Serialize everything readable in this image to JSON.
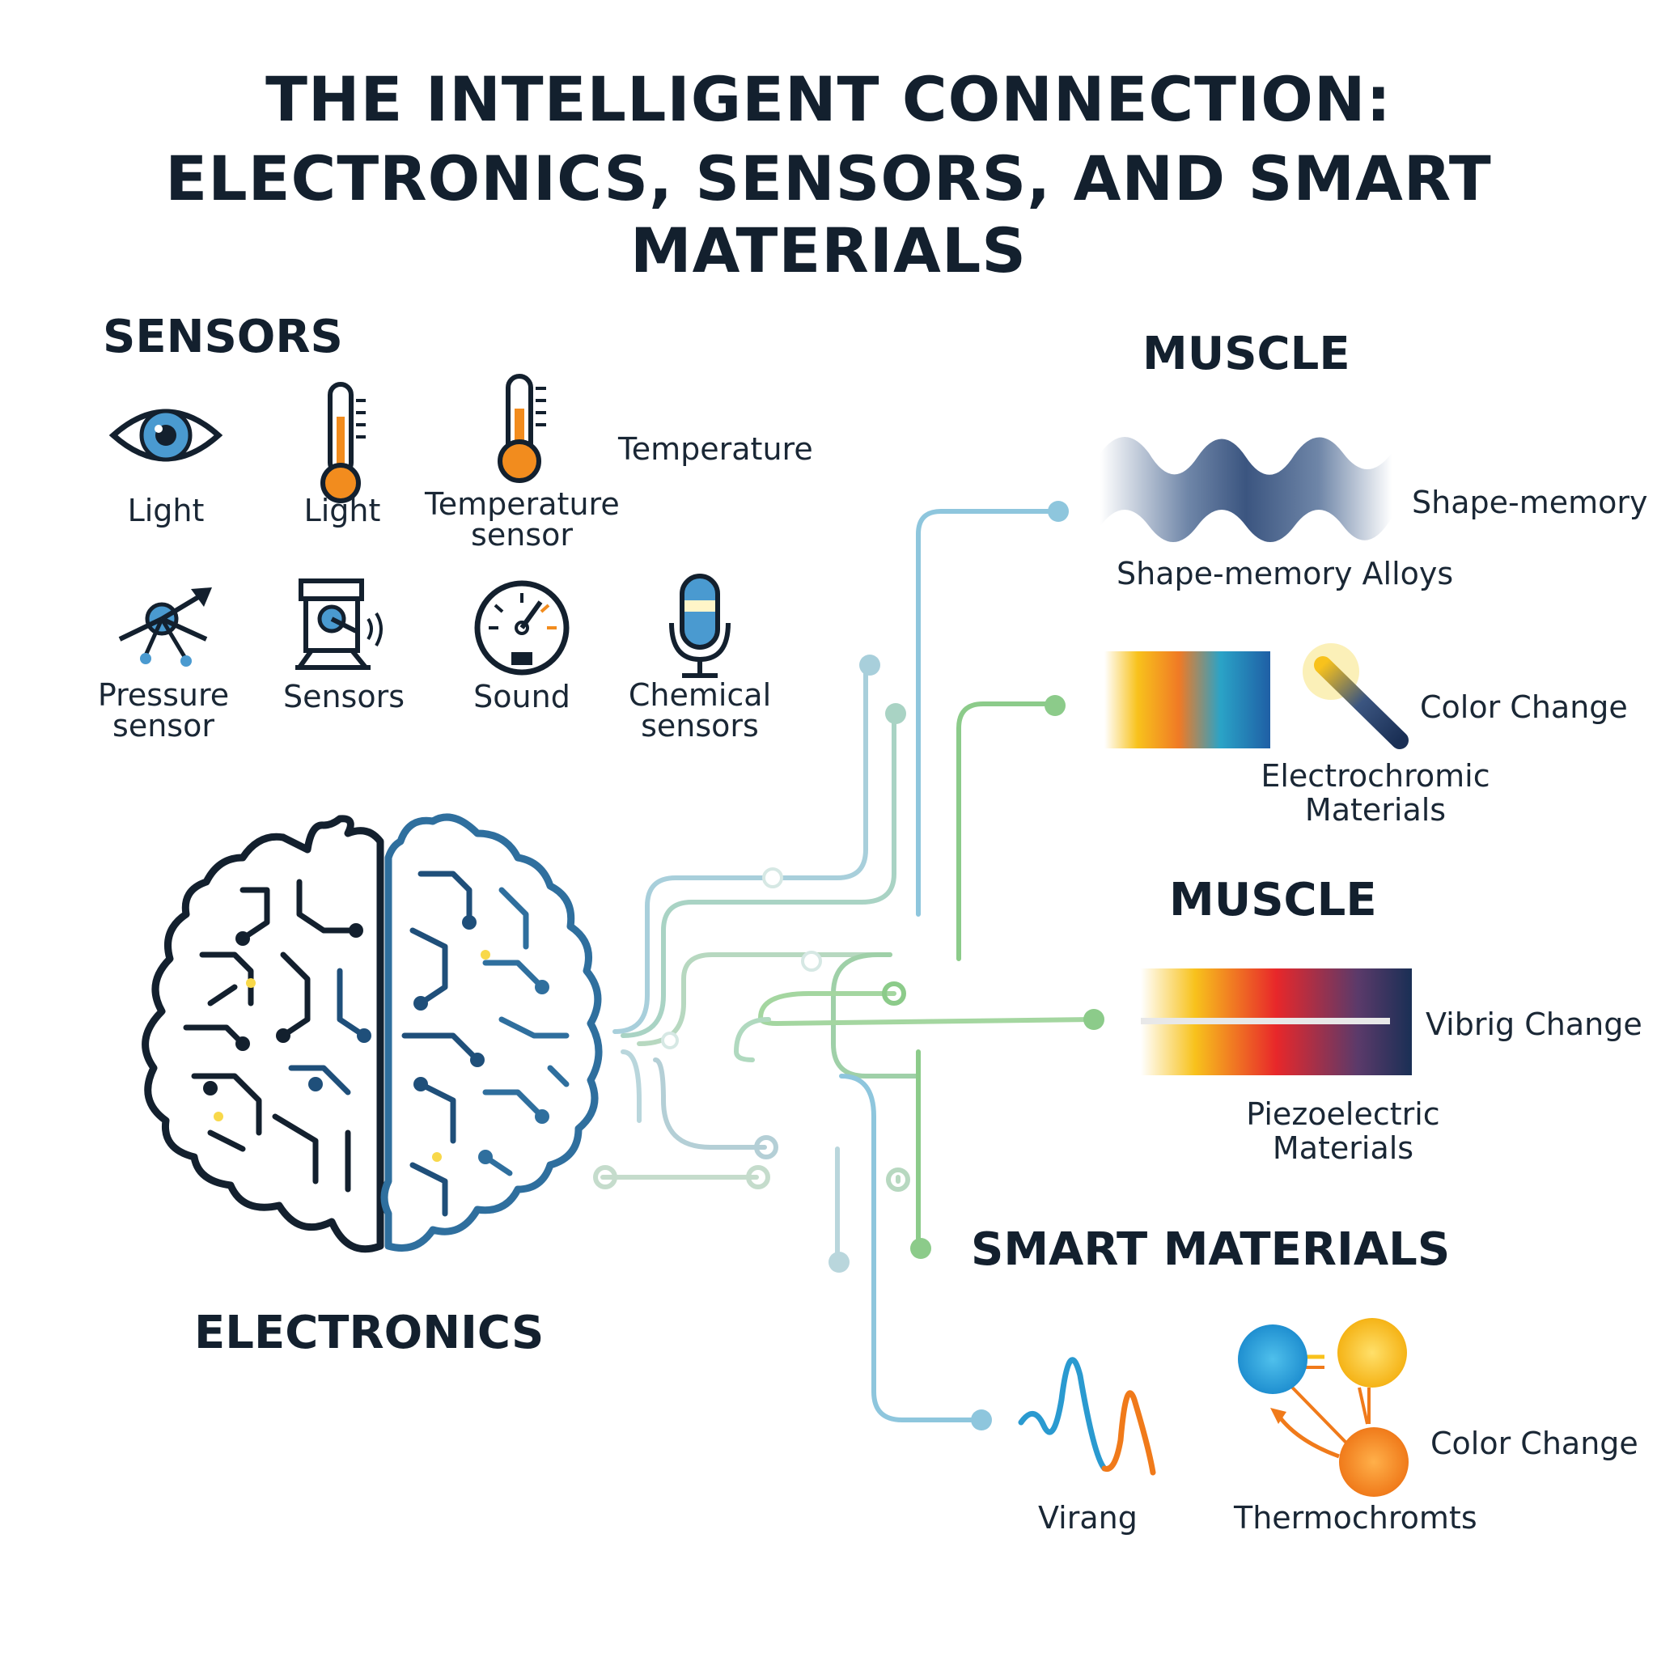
{
  "title": {
    "line1": "THE INTELLIGENT CONNECTION:",
    "line2": "ELECTRONICS, SENSORS, AND SMART MATERIALS"
  },
  "sensors": {
    "heading": "SENSORS",
    "items": [
      {
        "label": "Light",
        "icon": "eye-icon"
      },
      {
        "label": "Light",
        "icon": "thermometer-icon"
      },
      {
        "label": "Temperature sensor",
        "line1": "Temperature",
        "line2": "sensor",
        "icon": "thermometer-icon"
      },
      {
        "label": "Temperature",
        "icon": "none"
      },
      {
        "label": "Pressure sensor",
        "line1": "Pressure",
        "line2": "sensor",
        "icon": "pressure-node-icon"
      },
      {
        "label": "Sensors",
        "icon": "speaker-device-icon"
      },
      {
        "label": "Sound",
        "icon": "gauge-icon"
      },
      {
        "label": "Chemical sensors",
        "line1": "Chemical",
        "line2": "sensors",
        "icon": "microphone-icon"
      }
    ]
  },
  "electronics": {
    "heading": "ELECTRONICS",
    "icon": "circuit-brain-icon"
  },
  "muscle_top": {
    "heading": "MUSCLE",
    "shape_memory_right": "Shape-memory",
    "shape_memory_caption": "Shape-memory Alloys",
    "color_change": "Color Change",
    "electrochromic_line1": "Electrochromic",
    "electrochromic_line2": "Materials"
  },
  "muscle_mid": {
    "heading": "MUSCLE",
    "vibrating_change": "Vibrig Change",
    "piezo_line1": "Piezoelectric",
    "piezo_line2": "Materials"
  },
  "smart_materials": {
    "heading": "SMART MATERIALS",
    "vibrating": "Virang",
    "thermochromic": "Thermochromts",
    "color_change": "Color Change"
  },
  "colors": {
    "navy": "#13202e",
    "blue": "#2f7fb5",
    "light_blue": "#8ec6dd",
    "green": "#8ccb8a",
    "orange": "#f28c1e",
    "yellow": "#f8c21c"
  }
}
